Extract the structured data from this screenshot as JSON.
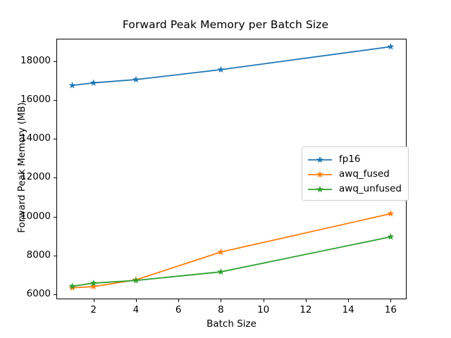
{
  "chart_data": {
    "type": "line",
    "title": "Forward Peak Memory per Batch Size",
    "xlabel": "Batch Size",
    "ylabel": "Forward Peak Memory (MB)",
    "x": [
      1,
      2,
      4,
      8,
      16
    ],
    "xlim": [
      0.25,
      16.75
    ],
    "ylim": [
      5750,
      19150
    ],
    "grid": false,
    "legend_position": "center right",
    "marker": "star",
    "xticks": [
      2,
      4,
      6,
      8,
      10,
      12,
      14,
      16
    ],
    "xtick_labels": [
      "2",
      "4",
      "6",
      "8",
      "10",
      "12",
      "14",
      "16"
    ],
    "yticks": [
      6000,
      8000,
      10000,
      12000,
      14000,
      16000,
      18000
    ],
    "ytick_labels": [
      "6000",
      "8000",
      "10000",
      "12000",
      "14000",
      "16000",
      "18000"
    ],
    "series": [
      {
        "name": "fp16",
        "color": "#1f77b4",
        "values": [
          16750,
          16880,
          17050,
          17560,
          18740
        ]
      },
      {
        "name": "awq_fused",
        "color": "#ff7f0e",
        "values": [
          6340,
          6400,
          6750,
          8180,
          10150
        ]
      },
      {
        "name": "awq_unfused",
        "color": "#2ca02c",
        "values": [
          6420,
          6580,
          6720,
          7160,
          8960
        ]
      }
    ]
  }
}
